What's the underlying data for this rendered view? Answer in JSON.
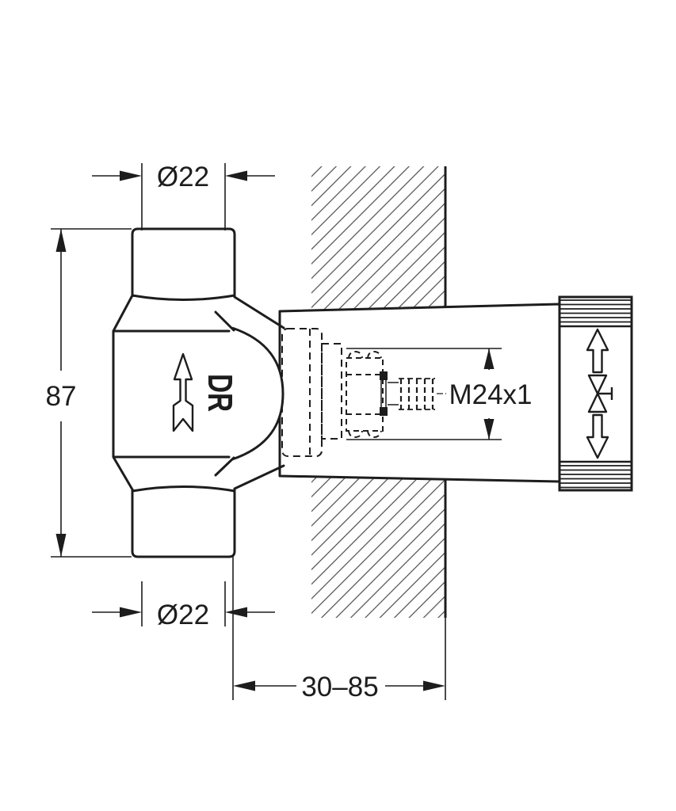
{
  "dimensions": {
    "top_diameter": "Ø22",
    "height": "87",
    "bottom_diameter": "Ø22",
    "thread": "M24x1",
    "installation_depth": "30–85"
  },
  "markings": {
    "flow_label": "DR"
  },
  "colors": {
    "line": "#1d1d1d",
    "hatch": "#4a4a4a",
    "background": "#ffffff"
  }
}
